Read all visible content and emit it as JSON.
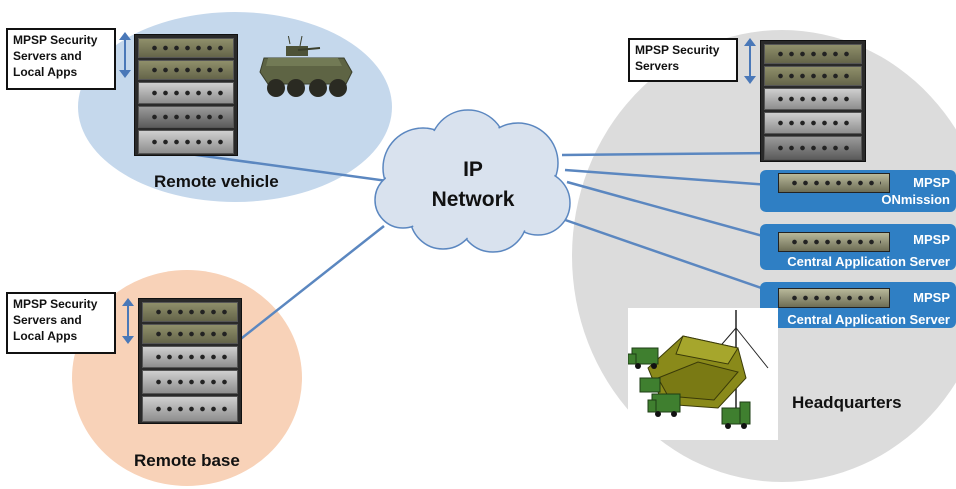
{
  "diagram": {
    "center": {
      "line1": "IP",
      "line2": "Network"
    },
    "zones": {
      "remote_vehicle": {
        "label": "Remote vehicle",
        "callout": [
          "MPSP Security",
          "Servers and",
          "Local Apps"
        ]
      },
      "remote_base": {
        "label": "Remote base",
        "callout": [
          "MPSP Security",
          "Servers and",
          "Local Apps"
        ]
      },
      "headquarters": {
        "label": "Headquarters",
        "callout": [
          "MPSP Security",
          "Servers"
        ]
      }
    },
    "servers": [
      {
        "line1": "MPSP",
        "line2": "ONmission"
      },
      {
        "line1": "MPSP",
        "line2": "Central Application Server"
      },
      {
        "line1": "MPSP",
        "line2": "Central Application Server"
      }
    ]
  },
  "colors": {
    "vehicle_zone": "#c5d8ec",
    "base_zone": "#f8d2b8",
    "hq_zone": "#dcdcdc",
    "cloud": "#d9e2ee",
    "link": "#5b87c0",
    "server_bar": "#2f7fc4"
  }
}
